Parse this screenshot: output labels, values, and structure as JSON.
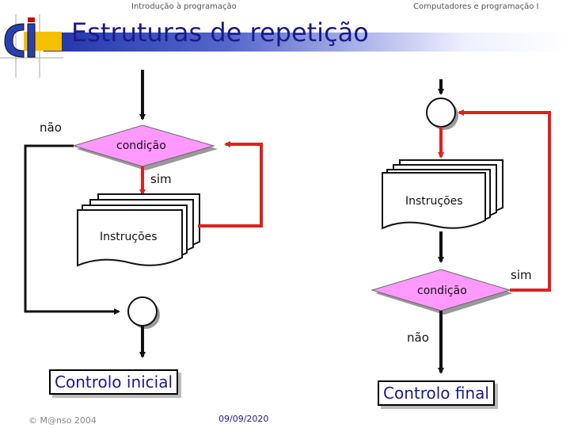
{
  "header": {
    "left": "Introdução à programação",
    "right": "Computadores e programação I"
  },
  "slide": {
    "title": "Estruturas de repetição"
  },
  "left_flow": {
    "condition": "condição",
    "no_label": "não",
    "yes_label": "sim",
    "instructions": "Instruções",
    "caption": "Controlo inicial"
  },
  "right_flow": {
    "instructions": "Instruções",
    "condition": "condição",
    "yes_label": "sim",
    "no_label": "não",
    "caption": "Controlo final"
  },
  "footer": {
    "author": "© M@nso 2004",
    "date": "09/09/2020"
  },
  "colors": {
    "title": "#1a1a8a",
    "diamond": "#ff99ff",
    "loop_arrow": "#e02020",
    "flow_arrow": "#111111"
  }
}
